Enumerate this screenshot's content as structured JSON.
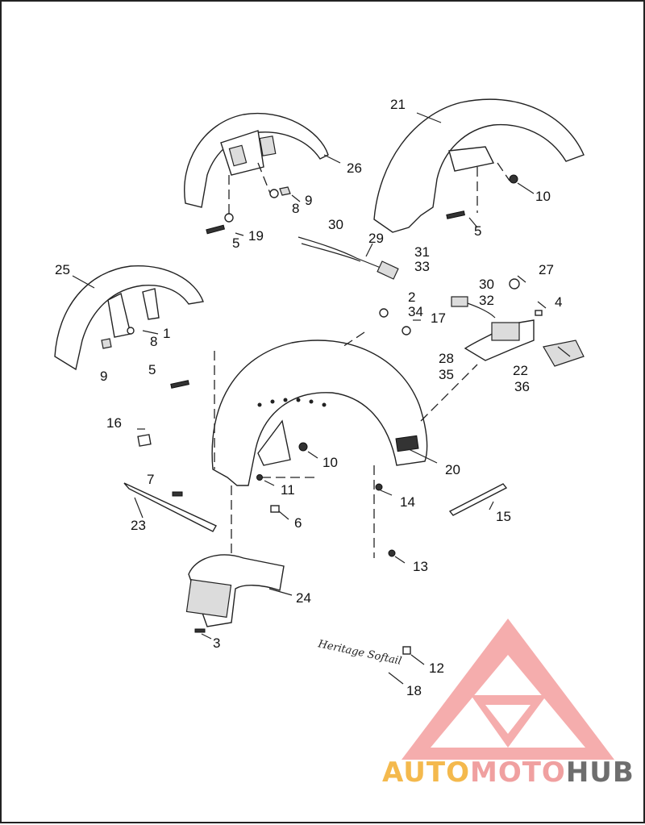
{
  "diagram": {
    "callouts": [
      {
        "id": "c1",
        "text": "1"
      },
      {
        "id": "c2",
        "text": "2"
      },
      {
        "id": "c3",
        "text": "3"
      },
      {
        "id": "c4",
        "text": "4"
      },
      {
        "id": "c5a",
        "text": "5"
      },
      {
        "id": "c5b",
        "text": "5"
      },
      {
        "id": "c5c",
        "text": "5"
      },
      {
        "id": "c6",
        "text": "6"
      },
      {
        "id": "c7",
        "text": "7"
      },
      {
        "id": "c8a",
        "text": "8"
      },
      {
        "id": "c8b",
        "text": "8"
      },
      {
        "id": "c9a",
        "text": "9"
      },
      {
        "id": "c9b",
        "text": "9"
      },
      {
        "id": "c10a",
        "text": "10"
      },
      {
        "id": "c10b",
        "text": "10"
      },
      {
        "id": "c11",
        "text": "11"
      },
      {
        "id": "c12",
        "text": "12"
      },
      {
        "id": "c13",
        "text": "13"
      },
      {
        "id": "c14",
        "text": "14"
      },
      {
        "id": "c15",
        "text": "15"
      },
      {
        "id": "c16",
        "text": "16"
      },
      {
        "id": "c17",
        "text": "17"
      },
      {
        "id": "c18",
        "text": "18"
      },
      {
        "id": "c19",
        "text": "19"
      },
      {
        "id": "c20",
        "text": "20"
      },
      {
        "id": "c21",
        "text": "21"
      },
      {
        "id": "c22",
        "text": "22"
      },
      {
        "id": "c23",
        "text": "23"
      },
      {
        "id": "c24",
        "text": "24"
      },
      {
        "id": "c25",
        "text": "25"
      },
      {
        "id": "c26",
        "text": "26"
      },
      {
        "id": "c27",
        "text": "27"
      },
      {
        "id": "c28",
        "text": "28"
      },
      {
        "id": "c29",
        "text": "29"
      },
      {
        "id": "c30a",
        "text": "30"
      },
      {
        "id": "c30b",
        "text": "30"
      },
      {
        "id": "c31",
        "text": "31"
      },
      {
        "id": "c32",
        "text": "32"
      },
      {
        "id": "c33",
        "text": "33"
      },
      {
        "id": "c34",
        "text": "34"
      },
      {
        "id": "c35",
        "text": "35"
      },
      {
        "id": "c36",
        "text": "36"
      }
    ],
    "emblem_script": "Heritage Softail"
  },
  "watermark": {
    "part1": "AUTO",
    "part2": "MOTO",
    "part3": "HUB",
    "colors": {
      "auto": "#f4b94d",
      "moto": "#f0a0a0",
      "hub": "#6e6e6e",
      "triangle": "#ef8080"
    }
  }
}
